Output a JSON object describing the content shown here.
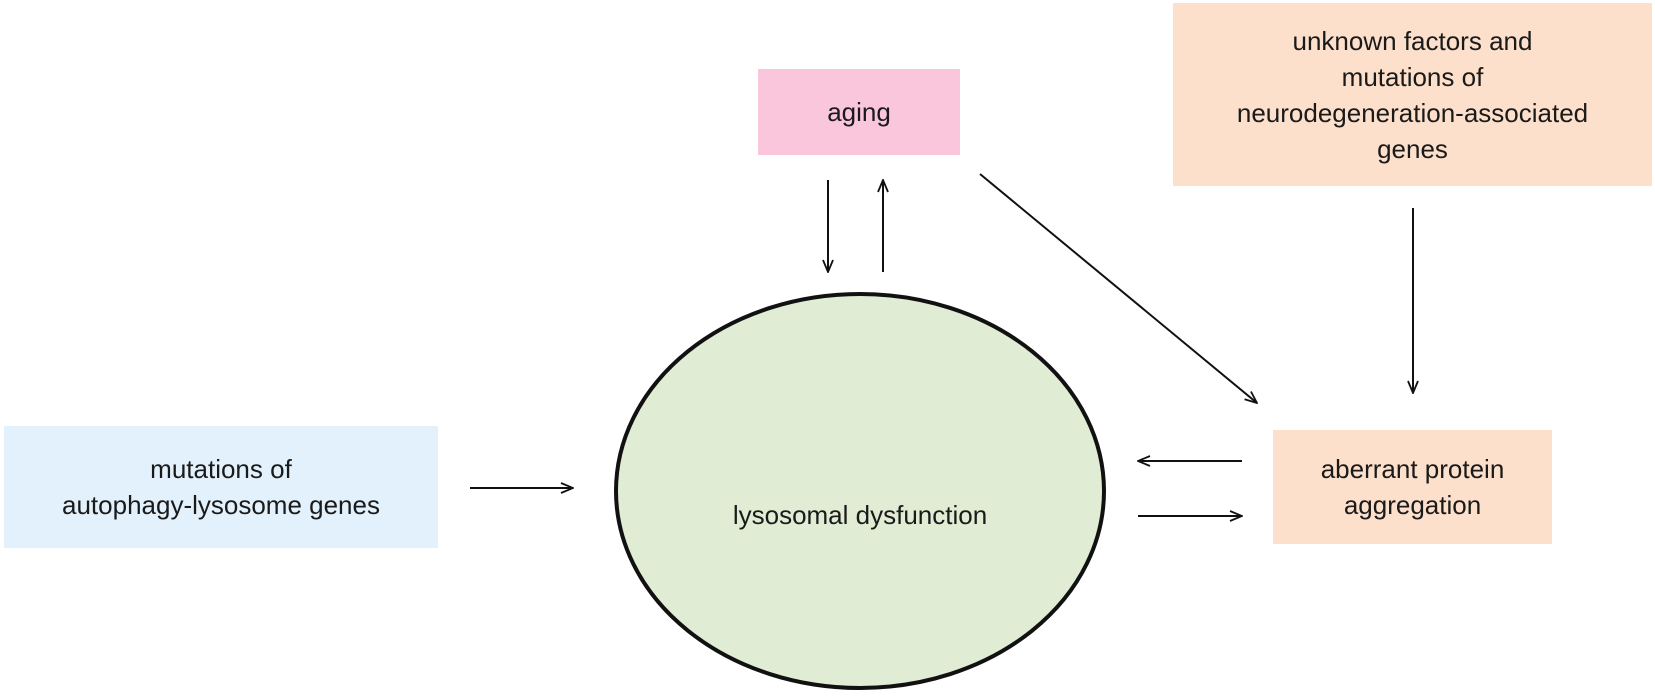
{
  "nodes": {
    "aging": {
      "label": "aging",
      "fill": "#f9c6dc"
    },
    "unknown": {
      "label": "unknown factors and\nmutations of\nneurodegeneration-associated\ngenes",
      "fill": "#fde0cb"
    },
    "mutations": {
      "label": "mutations of\nautophagy-lysosome genes",
      "fill": "#e2f1fb"
    },
    "lysosomal": {
      "label": "lysosomal dysfunction",
      "fill": "#e0ecd4",
      "stroke": "#111111"
    },
    "aberrant": {
      "label": "aberrant protein\naggregation",
      "fill": "#fde0cb"
    }
  },
  "edges": [
    {
      "from": "aging",
      "to": "lysosomal"
    },
    {
      "from": "lysosomal",
      "to": "aging"
    },
    {
      "from": "aging",
      "to": "aberrant"
    },
    {
      "from": "unknown",
      "to": "aberrant"
    },
    {
      "from": "mutations",
      "to": "lysosomal"
    },
    {
      "from": "aberrant",
      "to": "lysosomal"
    },
    {
      "from": "lysosomal",
      "to": "aberrant"
    }
  ],
  "colors": {
    "arrow": "#111111"
  }
}
